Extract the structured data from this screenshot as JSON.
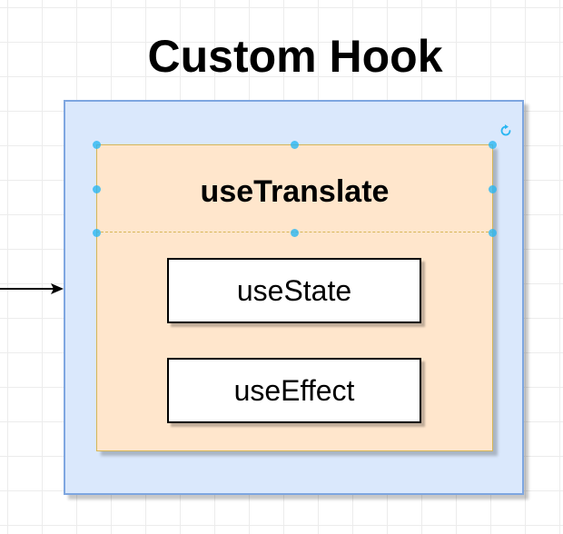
{
  "diagram": {
    "title": "Custom Hook",
    "container_label": "useTranslate",
    "hooks": [
      {
        "label": "useState"
      },
      {
        "label": "useEffect"
      }
    ]
  },
  "colors": {
    "outer_fill": "#dae8fc",
    "outer_stroke": "#7ea6e0",
    "container_fill": "#ffe6cc",
    "container_stroke": "#d6b656",
    "hook_fill": "#ffffff",
    "hook_stroke": "#000000",
    "selection_handle": "#29b6f2"
  },
  "icons": {
    "rotate": "rotate-icon",
    "arrow": "arrow-right"
  }
}
